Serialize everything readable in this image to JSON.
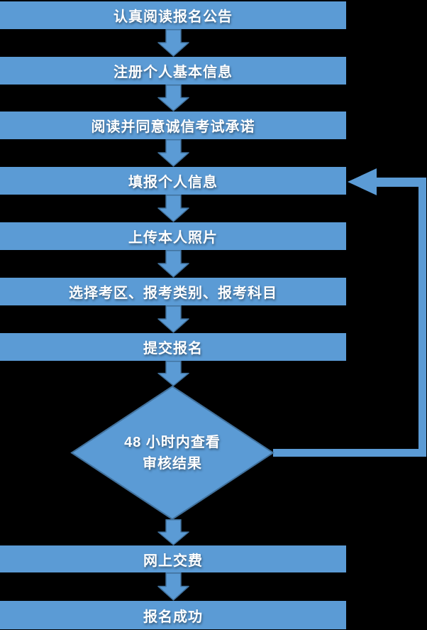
{
  "colors": {
    "shape_fill": "#5b9bd5",
    "shape_border": "#41719c",
    "text": "#ffffff",
    "background": "#000000"
  },
  "flow": {
    "steps": [
      {
        "shape": "process",
        "label": "认真阅读报名公告"
      },
      {
        "shape": "process",
        "label": "注册个人基本信息"
      },
      {
        "shape": "process",
        "label": "阅读并同意诚信考试承诺"
      },
      {
        "shape": "process",
        "label": "填报个人信息"
      },
      {
        "shape": "process",
        "label": "上传本人照片"
      },
      {
        "shape": "process",
        "label": "选择考区、报考类别、报考科目"
      },
      {
        "shape": "process",
        "label": "提交报名"
      },
      {
        "shape": "decision",
        "label_line1": "48 小时内查看",
        "label_line2": "审核结果"
      },
      {
        "shape": "process",
        "label": "网上交费"
      },
      {
        "shape": "process",
        "label": "报名成功"
      }
    ],
    "feedback_edge": {
      "from": "48 小时内查看 审核结果",
      "to": "填报个人信息"
    }
  }
}
